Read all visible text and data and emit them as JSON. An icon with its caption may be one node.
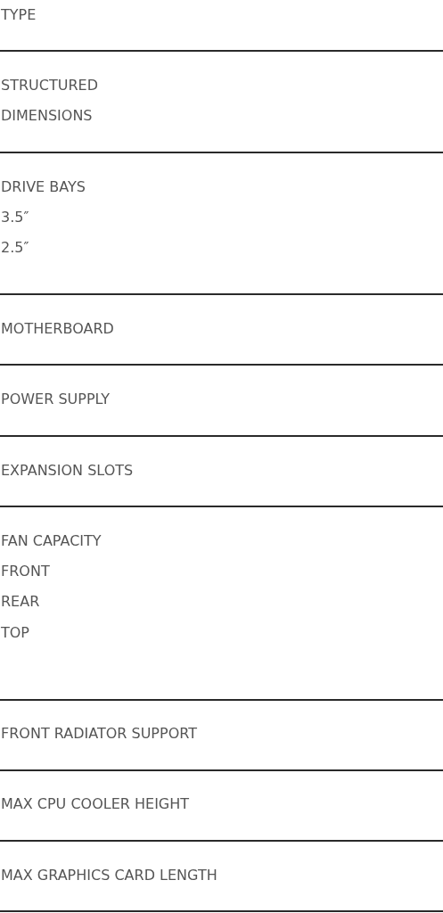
{
  "diagram": {
    "labels": [
      "TYPE",
      "STRUCTURED",
      "DIMENSIONS",
      "DRIVE BAYS",
      "3.5″",
      "2.5″",
      "MOTHERBOARD",
      "POWER SUPPLY",
      "EXPANSION SLOTS",
      "FAN CAPACITY",
      "FRONT",
      "REAR",
      "TOP",
      "FRONT RADIATOR SUPPORT",
      "MAX CPU COOLER HEIGHT",
      "MAX GRAPHICS CARD LENGTH"
    ]
  }
}
